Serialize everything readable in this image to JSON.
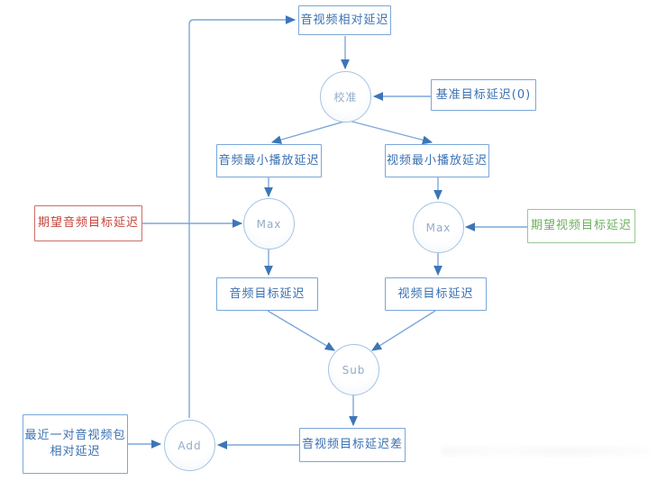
{
  "diagram": {
    "nodes": {
      "av_relative_delay": {
        "label": "音视频相对延迟"
      },
      "calibrate": {
        "label": "校准"
      },
      "base_target_delay": {
        "label": "基准目标延迟(0)"
      },
      "audio_min_playout_delay": {
        "label": "音频最小播放延迟"
      },
      "video_min_playout_delay": {
        "label": "视频最小播放延迟"
      },
      "expected_audio_target_delay": {
        "label": "期望音频目标延迟"
      },
      "expected_video_target_delay": {
        "label": "期望视频目标延迟"
      },
      "max_audio": {
        "label": "Max"
      },
      "max_video": {
        "label": "Max"
      },
      "audio_target_delay": {
        "label": "音频目标延迟"
      },
      "video_target_delay": {
        "label": "视频目标延迟"
      },
      "sub": {
        "label": "Sub"
      },
      "av_target_delay_diff": {
        "label": "音视频目标延迟差"
      },
      "add": {
        "label": "Add"
      },
      "latest_av_pair_relative_delay": {
        "label": "最近一对音视频包\n相对延迟"
      }
    },
    "colors": {
      "line": "#7da7d9",
      "arrowhead": "#3c76b8",
      "box_border": "#7aa7d8",
      "box_text": "#3a70b2",
      "circle_border": "#a6c2e2",
      "circle_text": "#92abc9",
      "red_accent": "#c4453c",
      "green_accent": "#6fae61"
    }
  }
}
